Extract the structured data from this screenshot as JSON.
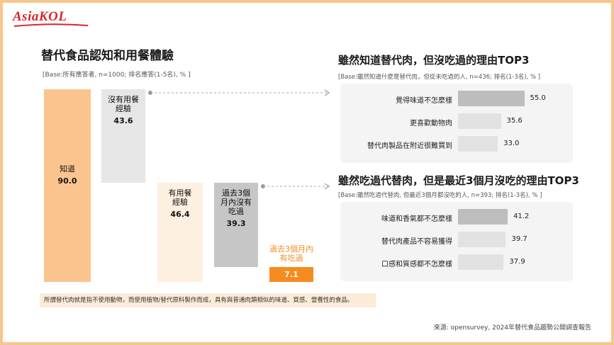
{
  "brand": {
    "logo_text": "AsiaKOL",
    "accent": "#d8262e",
    "border": "#f8c58a"
  },
  "left": {
    "title": "替代食品認知和用餐體驗",
    "base": "[Base:所有應答者, n=1000; 排名應答(1-5名), % ]"
  },
  "waterfall": {
    "type": "bar",
    "categories": [
      "知道",
      "沒有用餐經驗",
      "有用餐經驗",
      "過去3個月內沒有吃過",
      "過去3個月內有吃過"
    ],
    "values": [
      90.0,
      43.6,
      46.4,
      39.3,
      7.1
    ],
    "ylim": [
      0,
      90
    ],
    "labels": [
      {
        "line1": "知道",
        "line2": "",
        "line3": "",
        "value": "90.0"
      },
      {
        "line1": "沒有用餐",
        "line2": "經驗",
        "line3": "",
        "value": "43.6"
      },
      {
        "line1": "有用餐",
        "line2": "經驗",
        "line3": "",
        "value": "46.4"
      },
      {
        "line1": "過去3個",
        "line2": "月內沒有",
        "line3": "吃過",
        "value": "39.3"
      },
      {
        "line1": "過去3個月內",
        "line2": "有吃過",
        "line3": "",
        "value": "7.1"
      }
    ],
    "colors": {
      "know": "#fbc48e",
      "no_exp": "#e6e6e6",
      "exp": "#fef0e0",
      "no_recent": "#c6c6c6",
      "recent": "#f68b1f",
      "recent_text": "#f68b1f"
    }
  },
  "chart_data": [
    {
      "type": "bar",
      "title": "雖然知道替代肉，但沒吃過的理由TOP3",
      "base": "[Base:雖然知道什麼是替代肉，但從未吃過的人, n=436; 排名(1-3名), % ]",
      "categories": [
        "覺得味道不怎麼樣",
        "更喜歡動物肉",
        "替代肉製品在附近很難買到"
      ],
      "values": [
        55.0,
        35.6,
        33.0
      ],
      "value_labels": [
        "55.0",
        "35.6",
        "33.0"
      ],
      "ylim": [
        0,
        100
      ],
      "colors": [
        "#bdbdbd",
        "#e2e2e2",
        "#e2e2e2"
      ]
    },
    {
      "type": "bar",
      "title": "雖然吃過代替肉，但是最近3個月沒吃的理由TOP3",
      "base": "[Base:雖然吃過代替肉, 但最近3個月都沒吃的人, n=393; 排名(1-3名), % ]",
      "categories": [
        "味道和香氣都不怎麼樣",
        "替代肉產品不容易獲得",
        "口感和質感都不怎麼樣"
      ],
      "values": [
        41.2,
        39.7,
        37.9
      ],
      "value_labels": [
        "41.2",
        "39.7",
        "37.9"
      ],
      "ylim": [
        0,
        100
      ],
      "colors": [
        "#bdbdbd",
        "#e2e2e2",
        "#e2e2e2"
      ]
    }
  ],
  "footnote": "所謂替代肉就是指不使用動物，而使用植物/替代原料製作而成，具有與普通肉類相似的味道、質感、營養性的食品。",
  "source": "來源: opensurvey, 2024年替代食品趨勢公開調查報告"
}
